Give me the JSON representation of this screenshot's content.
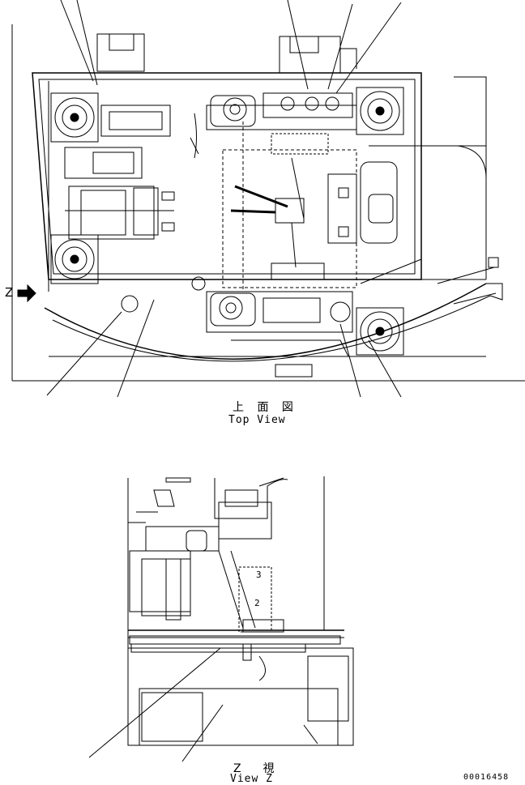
{
  "top_view": {
    "title_jp": "上 面 図",
    "title_en": "Top View",
    "view_marker": "Z"
  },
  "z_view": {
    "title_jp": "Z  視",
    "title_en": "View Z",
    "label_3": "3",
    "label_2": "2"
  },
  "drawing_number": "00016458",
  "colors": {
    "line": "#000000",
    "background": "#ffffff"
  }
}
